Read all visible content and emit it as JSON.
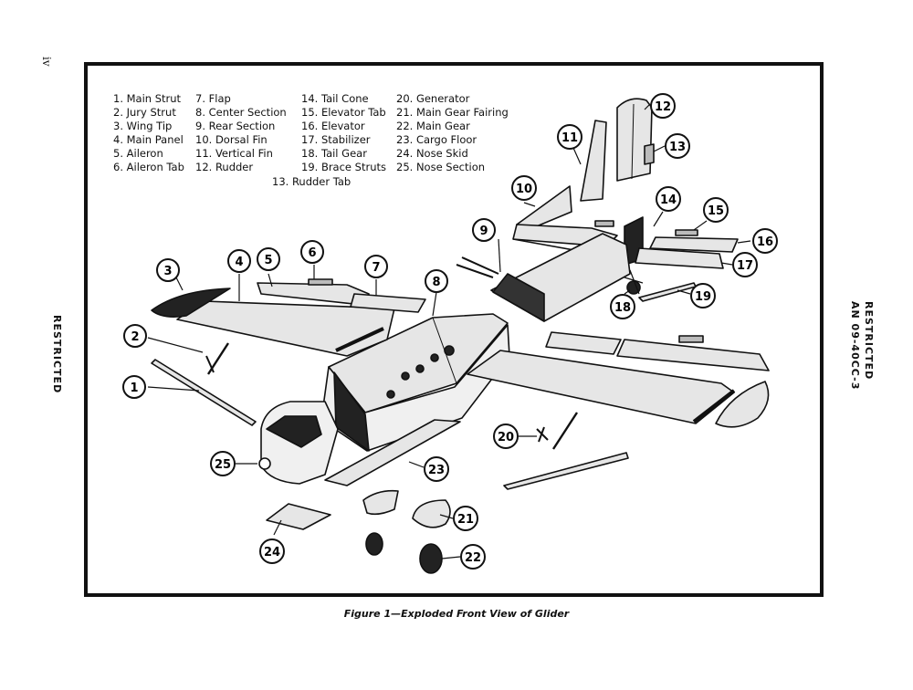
{
  "page_number": "iv",
  "side_left": "RESTRICTED",
  "side_right_line1": "RESTRICTED",
  "side_right_line2": "AN 09-40CC-3",
  "legend": {
    "col1": [
      "1. Main Strut",
      "2. Jury Strut",
      "3. Wing Tip",
      "4. Main Panel",
      "5. Aileron",
      "6. Aileron Tab"
    ],
    "col2": [
      "7. Flap",
      "8. Center Section",
      "9. Rear Section",
      "10. Dorsal Fin",
      "11. Vertical Fin",
      "12. Rudder"
    ],
    "col3": [
      "14. Tail Cone",
      "15. Elevator Tab",
      "16. Elevator",
      "17. Stabilizer",
      "18. Tail Gear",
      "19. Brace Struts"
    ],
    "col4": [
      "20. Generator",
      "21. Main Gear Fairing",
      "22. Main Gear",
      "23. Cargo Floor",
      "24. Nose Skid",
      "25. Nose Section"
    ],
    "extra": "13. Rudder Tab"
  },
  "callouts": [
    "1",
    "2",
    "3",
    "4",
    "5",
    "6",
    "7",
    "8",
    "9",
    "10",
    "11",
    "12",
    "13",
    "14",
    "15",
    "16",
    "17",
    "18",
    "19",
    "20",
    "21",
    "22",
    "23",
    "24",
    "25"
  ],
  "caption": "Figure 1—Exploded Front View of Glider"
}
